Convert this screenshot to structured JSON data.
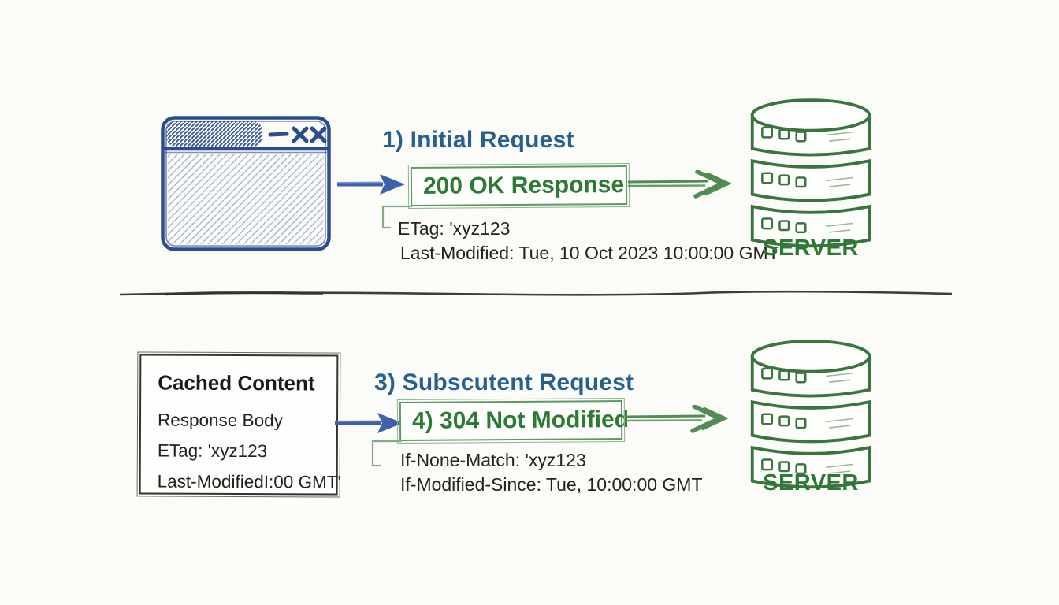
{
  "colors": {
    "bg": "#fbfbf8",
    "heading-blue": "#27608f",
    "green-text": "#2d7a34",
    "green-line": "#4f8d53",
    "green-light": "#8cb58e",
    "blue-arrow": "#3e62aa",
    "window-blue": "#2c4c90",
    "ink-black": "#222220",
    "sketch-gray": "#3e3d3a"
  },
  "icons": {
    "browser": "browser-window-icon",
    "server": "database-server-icon",
    "request_arrow": "arrow-right-icon",
    "response_arrow": "double-chevron-arrow-right-icon"
  },
  "top_flow": {
    "step_label": "1) Initial Request",
    "response_box_label": "200 OK Response",
    "headers": [
      "ETag: 'xyz123",
      "Last-Modified: Tue, 10 Oct 2023 10:00:00 GMT"
    ],
    "server_label": "SERVER"
  },
  "bottom_flow": {
    "cache_box": {
      "title": "Cached Content",
      "lines": [
        "Response Body",
        "ETag: 'xyz123",
        "Last-ModifiedI:00 GMT'"
      ]
    },
    "step_label": "3) Subscutent Request",
    "response_box_label": "4) 304 Not Modified",
    "headers": [
      "If-None-Match: 'xyz123",
      "If-Modified-Since: Tue, 10:00:00 GMT"
    ],
    "server_label": "SERVER"
  }
}
